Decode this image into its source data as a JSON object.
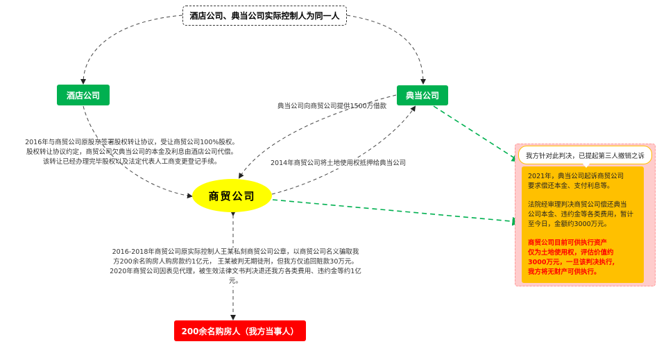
{
  "nodes": {
    "top": "酒店公司、典当公司实际控制人为同一人",
    "hotel": "酒店公司",
    "pawn": "典当公司",
    "trade": "商贸公司",
    "buyers": "200余名购房人（我方当事人）"
  },
  "edge_labels": {
    "hotel_to_trade": [
      "2016年与商贸公司原股东签署股权转让协议，受让商贸公司100%股权。",
      "股权转让协议约定，商贸公司欠典当公司的本金及利息由酒店公司代偿。",
      "该转让已经办理完毕股权以及法定代表人工商变更登记手续。"
    ],
    "pawn_to_trade": "典当公司向商贸公司提供1500万借款",
    "trade_to_pawn": "2014年商贸公司将土地使用权抵押给典当公司",
    "trade_buyers": [
      "2016-2018年商贸公司原实际控制人王某私刻商贸公司公章，以商贸公司名义骗取我",
      "方200余名购房人购房款约1亿元， 王某被判无期徒刑，但我方仅追回赃款30万元。",
      "2020年商贸公司因表见代理，被生效法律文书判决退还我方各类费用、违约金等约1亿",
      "元。"
    ]
  },
  "panel": {
    "callout": "我方针对此判决，已提起第三人撤销之诉",
    "p1": [
      "2021年，典当公司起诉商贸公司",
      "要求偿还本金、支付利息等。"
    ],
    "p2": [
      "法院经审理判决商贸公司偿还典当",
      "公司本金、违约金等各类费用，暂计",
      "至今日，金额约3000万元。"
    ],
    "p3": [
      "商贸公司目前可供执行资产",
      "仅为土地使用权，评估价值约",
      "3000万元，一旦该判决执行,",
      "我方将无财产可供执行。"
    ]
  },
  "colors": {
    "green": "#00b050",
    "yellow": "#ffff00",
    "red": "#ff0000",
    "panel": "#ffc000",
    "pink": "#ffcccc"
  }
}
